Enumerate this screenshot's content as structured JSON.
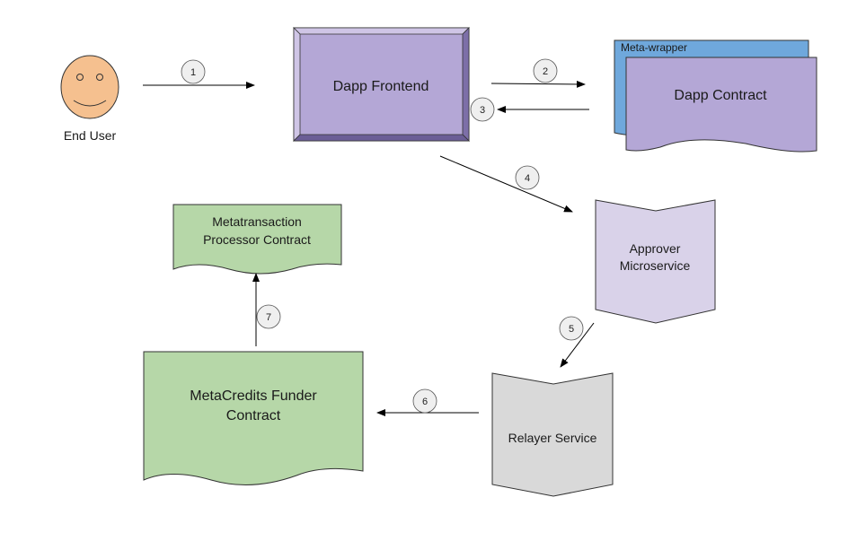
{
  "nodes": {
    "end_user": {
      "label": "End User",
      "fill": "#F5C08F"
    },
    "dapp_frontend": {
      "label": "Dapp Frontend",
      "fill": "#B4A7D6"
    },
    "meta_wrapper": {
      "label": "Meta-wrapper",
      "fill": "#6FA8DC"
    },
    "dapp_contract": {
      "label": "Dapp Contract",
      "fill": "#B4A7D6"
    },
    "approver": {
      "line1": "Approver",
      "line2": "Microservice",
      "fill": "#D9D2E9"
    },
    "relayer": {
      "label": "Relayer Service",
      "fill": "#D9D9D9"
    },
    "funder": {
      "line1": "MetaCredits Funder",
      "line2": "Contract",
      "fill": "#B6D7A8"
    },
    "processor": {
      "line1": "Metatransaction",
      "line2": "Processor Contract",
      "fill": "#B6D7A8"
    }
  },
  "steps": [
    "1",
    "2",
    "3",
    "4",
    "5",
    "6",
    "7"
  ],
  "colors": {
    "line": "#000000",
    "step_circle": "#EFEFEF"
  }
}
